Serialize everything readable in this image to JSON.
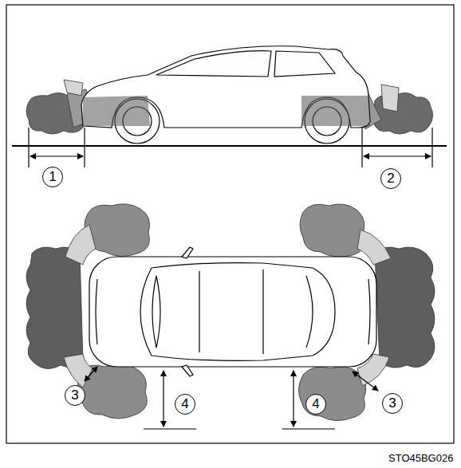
{
  "diagram": {
    "labels": [
      "1",
      "2",
      "3",
      "4",
      "4",
      "3",
      "STO45BG026"
    ]
  }
}
